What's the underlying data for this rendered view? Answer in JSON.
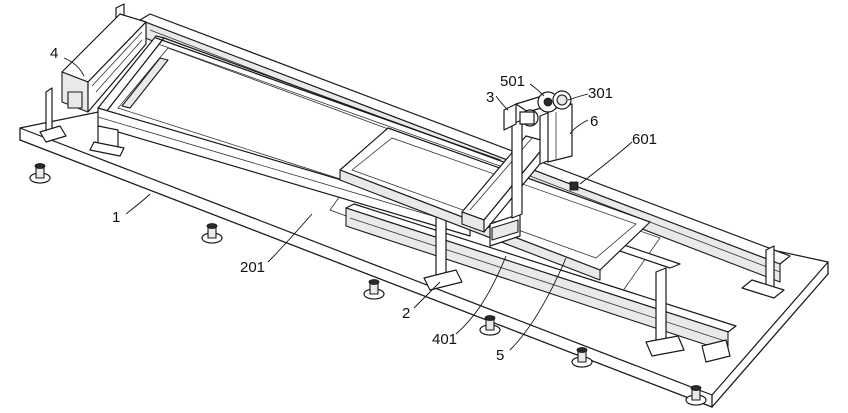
{
  "figure": {
    "callouts": [
      {
        "id": "c1",
        "text": "1"
      },
      {
        "id": "c2",
        "text": "2"
      },
      {
        "id": "c201",
        "text": "201"
      },
      {
        "id": "c3",
        "text": "3"
      },
      {
        "id": "c301",
        "text": "301"
      },
      {
        "id": "c4",
        "text": "4"
      },
      {
        "id": "c401",
        "text": "401"
      },
      {
        "id": "c5",
        "text": "5"
      },
      {
        "id": "c501",
        "text": "501"
      },
      {
        "id": "c6",
        "text": "6"
      },
      {
        "id": "c601",
        "text": "601"
      }
    ]
  }
}
